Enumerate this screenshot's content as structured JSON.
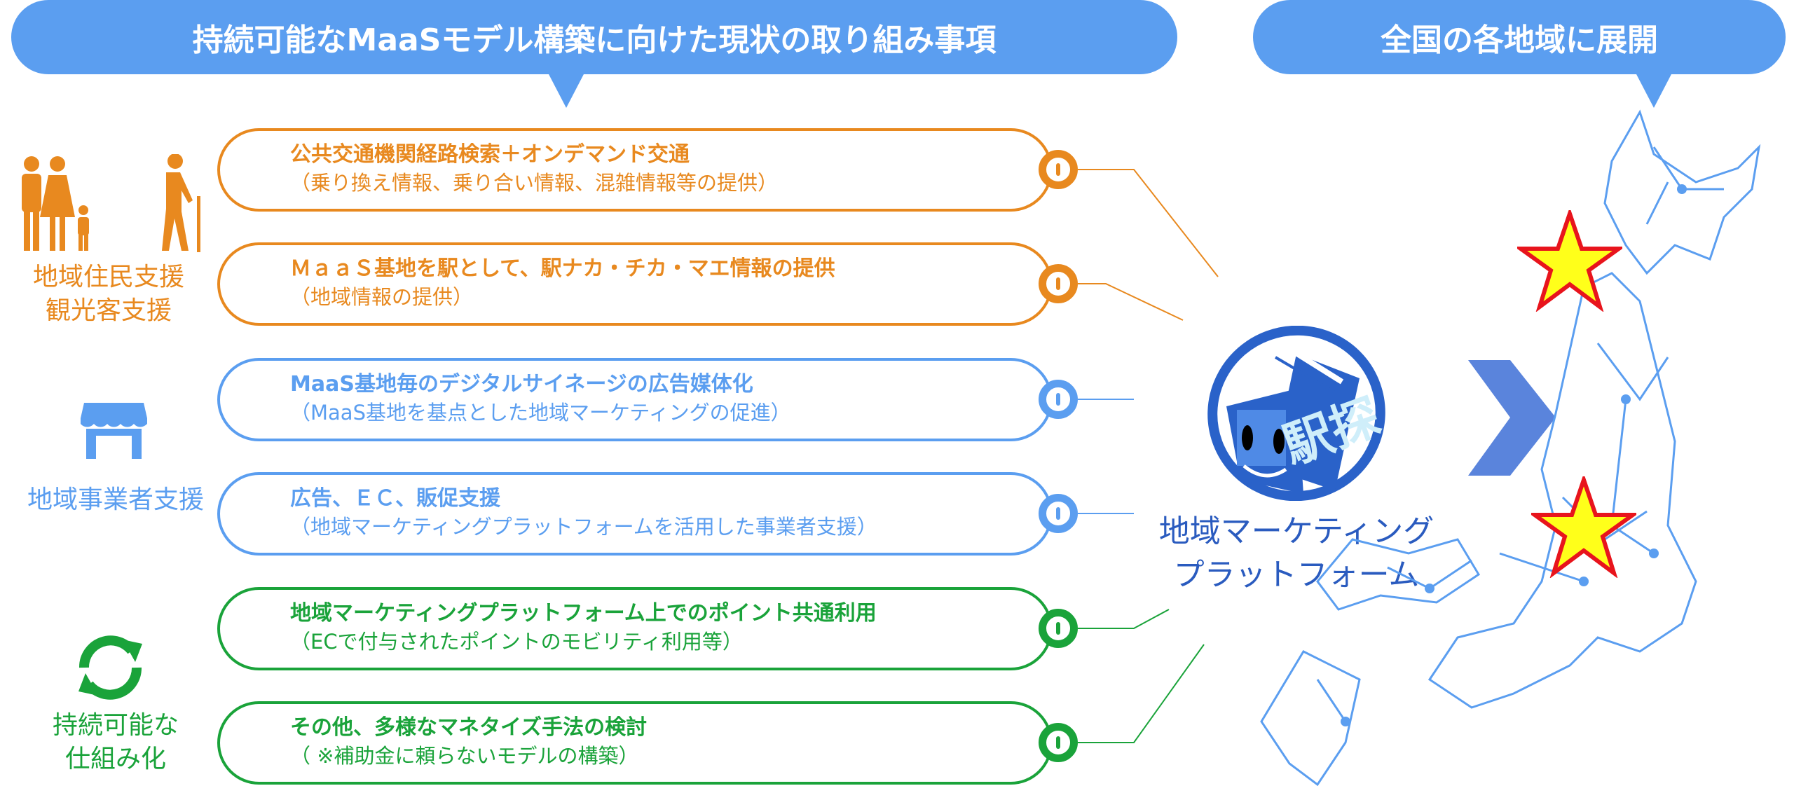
{
  "header": {
    "left_title": "持続可能なMaaSモデル構築に向けた現状の取り組み事項",
    "right_title": "全国の各地域に展開"
  },
  "colors": {
    "orange": "#e8891f",
    "blue": "#5b9ef0",
    "green": "#1aa33a",
    "dark_blue": "#2a5bbf"
  },
  "groups": [
    {
      "label_lines": [
        "地域住民支援",
        "観光客支援"
      ],
      "icon": "people-icon"
    },
    {
      "label_lines": [
        "地域事業者支援"
      ],
      "icon": "shop-icon"
    },
    {
      "label_lines": [
        "持続可能な",
        "仕組み化"
      ],
      "icon": "recycle-icon"
    }
  ],
  "items": [
    {
      "title": "公共交通機関経路検索＋オンデマンド交通",
      "sub": "（乗り換え情報、乗り合い情報、混雑情報等の提供）"
    },
    {
      "title": "ＭａａＳ基地を駅として、駅ナカ・チカ・マエ情報の提供",
      "sub": "（地域情報の提供）"
    },
    {
      "title": "MaaS基地毎のデジタルサイネージの広告媒体化",
      "sub": "（MaaS基地を基点とした地域マーケティングの促進）"
    },
    {
      "title": "広告、ＥＣ、販促支援",
      "sub": "（地域マーケティングプラットフォームを活用した事業者支援）"
    },
    {
      "title": "地域マーケティングプラットフォーム上でのポイント共通利用",
      "sub": "（ECで付与されたポイントのモビリティ利用等）"
    },
    {
      "title": "その他、多様なマネタイズ手法の検討",
      "sub": "（ ※補助金に頼らないモデルの構築）"
    }
  ],
  "platform": {
    "logo_text": "駅探",
    "label_lines": [
      "地域マーケティング",
      "プラットフォーム"
    ]
  }
}
